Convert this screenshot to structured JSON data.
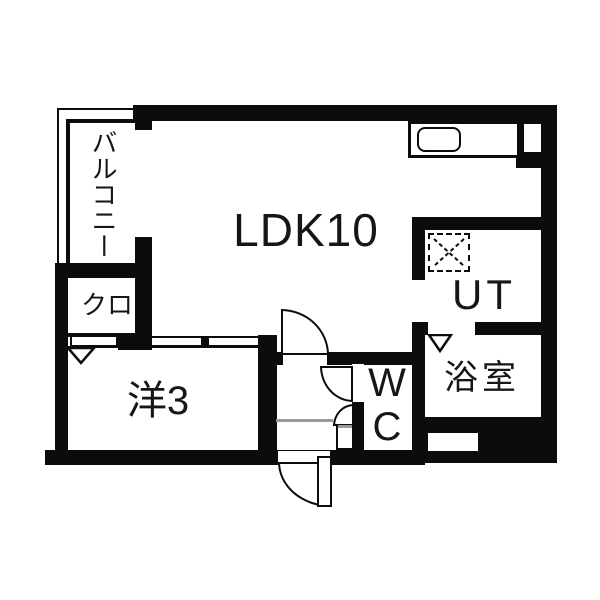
{
  "drawing": {
    "kind": "apartment floor plan",
    "colors": {
      "wall": "#0c0c0c",
      "bg": "#ffffff",
      "step_line": "#9a9a9a",
      "text": "#161616"
    }
  },
  "rooms": {
    "balcony": {
      "label": "バルコニー"
    },
    "closet": {
      "label": "クロ"
    },
    "ldk": {
      "label": "LDK10"
    },
    "western_room": {
      "label": "洋3"
    },
    "wc": {
      "label": "WC"
    },
    "utility": {
      "label": "UT"
    },
    "bathroom": {
      "label": "浴室"
    }
  },
  "fixtures": {
    "kitchen_counter": "kitchen counter with sink",
    "washing_machine_space": "dashed square with X (washer space)",
    "balcony_window": "opening to balcony",
    "entrance_door": "outward swinging front door",
    "ldk_door": "hinged door into LDK",
    "wc_door": "hinged door into WC",
    "bathroom_door": "triangle-marked folding door",
    "closet_door": "triangle-marked closet front",
    "entrance_step": "gray step line at entry"
  }
}
